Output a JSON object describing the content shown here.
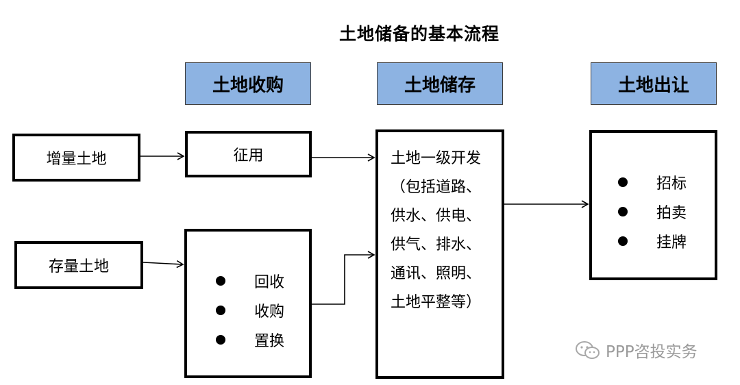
{
  "title": "土地储备的基本流程",
  "headers": {
    "acquisition": "土地收购",
    "storage": "土地储存",
    "transfer": "土地出让"
  },
  "sources": {
    "incremental": "增量土地",
    "existing": "存量土地"
  },
  "expropriation": "征用",
  "acquisition_methods": [
    "回收",
    "收购",
    "置换"
  ],
  "storage_description": "土地一级开发（包括道路、供水、供电、供气、排水、通讯、照明、土地平整等）",
  "transfer_methods": [
    "招标",
    "拍卖",
    "挂牌"
  ],
  "watermark": "PPP咨投实务",
  "colors": {
    "header_fill": "#8db3e2",
    "line": "#000000",
    "watermark": "#9a9a9a"
  }
}
